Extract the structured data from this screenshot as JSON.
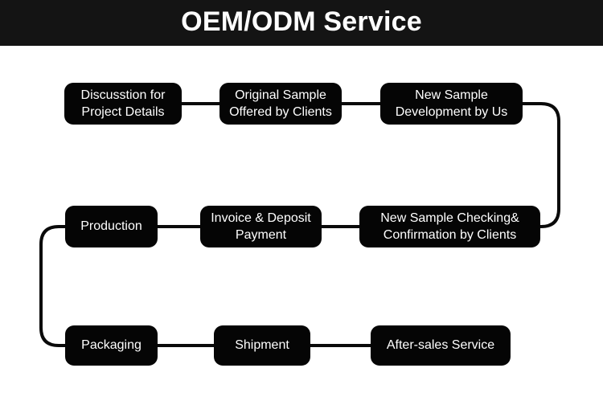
{
  "header": {
    "title": "OEM/ODM Service",
    "background_color": "#141414",
    "text_color": "#ffffff"
  },
  "theme": {
    "page_background": "#ffffff",
    "node_fill": "#050505",
    "node_text": "#ffffff",
    "connector_color": "#0a0a0a"
  },
  "diagram": {
    "type": "flowchart",
    "layout": "serpentine-3-rows",
    "rows": [
      {
        "row_index": 1,
        "direction": "left-to-right",
        "nodes": [
          "n1",
          "n2",
          "n3"
        ]
      },
      {
        "row_index": 2,
        "direction": "right-to-left",
        "nodes": [
          "n4",
          "n5",
          "n6"
        ]
      },
      {
        "row_index": 3,
        "direction": "left-to-right",
        "nodes": [
          "n7",
          "n8",
          "n9"
        ]
      }
    ],
    "nodes": [
      {
        "id": "n1",
        "step": 1,
        "label": "Discusstion for\nProject Details"
      },
      {
        "id": "n2",
        "step": 2,
        "label": "Original Sample\nOffered by Clients"
      },
      {
        "id": "n3",
        "step": 3,
        "label": "New Sample\nDevelopment by Us"
      },
      {
        "id": "n4",
        "step": 4,
        "label": "New Sample Checking&\nConfirmation by Clients"
      },
      {
        "id": "n5",
        "step": 5,
        "label": "Invoice & Deposit\nPayment"
      },
      {
        "id": "n6",
        "step": 6,
        "label": "Production"
      },
      {
        "id": "n7",
        "step": 7,
        "label": "Packaging"
      },
      {
        "id": "n8",
        "step": 8,
        "label": "Shipment"
      },
      {
        "id": "n9",
        "step": 9,
        "label": "After-sales Service"
      }
    ],
    "edges": [
      {
        "from": "n1",
        "to": "n2",
        "style": "straight"
      },
      {
        "from": "n2",
        "to": "n3",
        "style": "straight"
      },
      {
        "from": "n3",
        "to": "n4",
        "style": "rounded-u-turn-right"
      },
      {
        "from": "n4",
        "to": "n5",
        "style": "straight"
      },
      {
        "from": "n5",
        "to": "n6",
        "style": "straight"
      },
      {
        "from": "n6",
        "to": "n7",
        "style": "rounded-u-turn-left"
      },
      {
        "from": "n7",
        "to": "n8",
        "style": "straight"
      },
      {
        "from": "n8",
        "to": "n9",
        "style": "straight"
      }
    ]
  }
}
